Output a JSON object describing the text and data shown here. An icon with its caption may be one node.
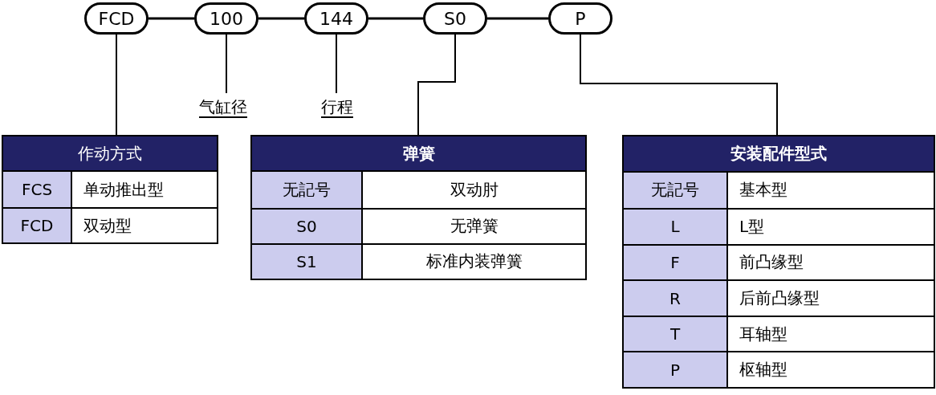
{
  "diagram": {
    "nodes": [
      {
        "text": [
          "FCD"
        ]
      },
      {
        "text": [
          "100"
        ]
      },
      {
        "text": [
          "144"
        ]
      },
      {
        "text": [
          "S0"
        ]
      },
      {
        "text": [
          "P"
        ]
      },
      {
        "text": [
          "气缸径"
        ]
      },
      {
        "text": [
          "行程"
        ]
      },
      {
        "text": [
          "作动方式",
          "FCS",
          "单动推出型",
          "FCD",
          "双动型"
        ]
      },
      {
        "text": [
          "弹簧",
          "无記号",
          "双动肘",
          "S0",
          "无弹簧",
          "S1",
          "标准内装弹簧"
        ]
      },
      {
        "text": [
          "安装配件型式",
          "无記号",
          "基本型",
          "L",
          "L型",
          "F",
          "前凸缘型",
          "R",
          "后前凸缘型",
          "T",
          "耳轴型",
          "P",
          "枢轴型"
        ]
      }
    ],
    "edges": [
      {
        "from": 0,
        "to": 1,
        "arrow": "none"
      },
      {
        "from": 1,
        "to": 2,
        "arrow": "none"
      },
      {
        "from": 2,
        "to": 3,
        "arrow": "none"
      },
      {
        "from": 3,
        "to": 4,
        "arrow": "none"
      },
      {
        "from": 0,
        "to": 7,
        "arrow": "none"
      },
      {
        "from": 1,
        "to": 5,
        "arrow": "none"
      },
      {
        "from": 2,
        "to": 6,
        "arrow": "none"
      },
      {
        "from": 3,
        "to": 8,
        "arrow": "none"
      },
      {
        "from": 4,
        "to": 9,
        "arrow": "none"
      }
    ]
  }
}
